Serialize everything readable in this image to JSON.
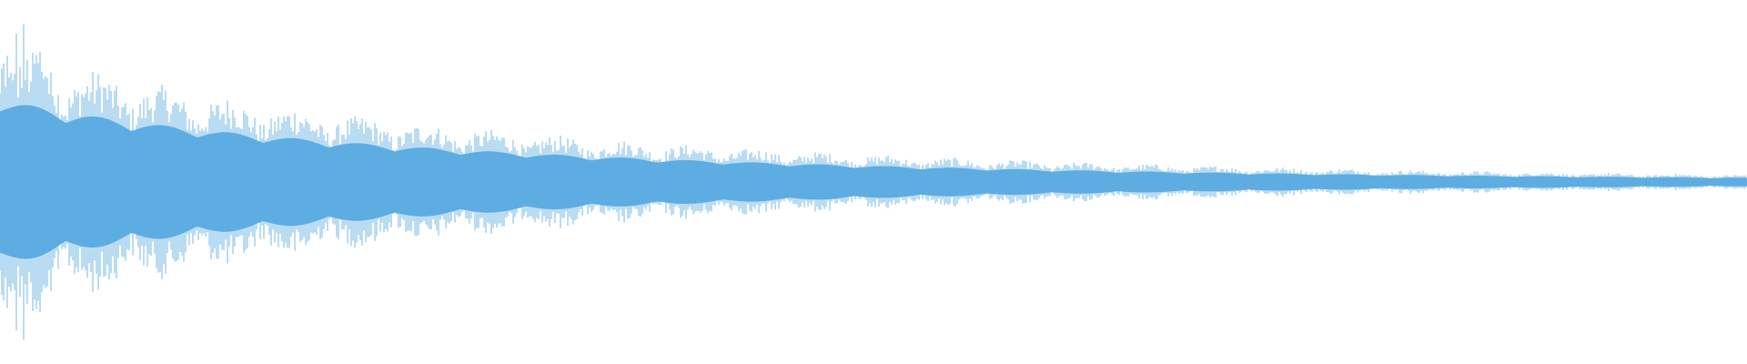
{
  "waveform": {
    "color": "#5dade2",
    "background": "#ffffff",
    "channels": 1,
    "amplitude_decay": "exponential",
    "peak_amplitude_start": 0.98,
    "amplitude_end": 0.05
  }
}
